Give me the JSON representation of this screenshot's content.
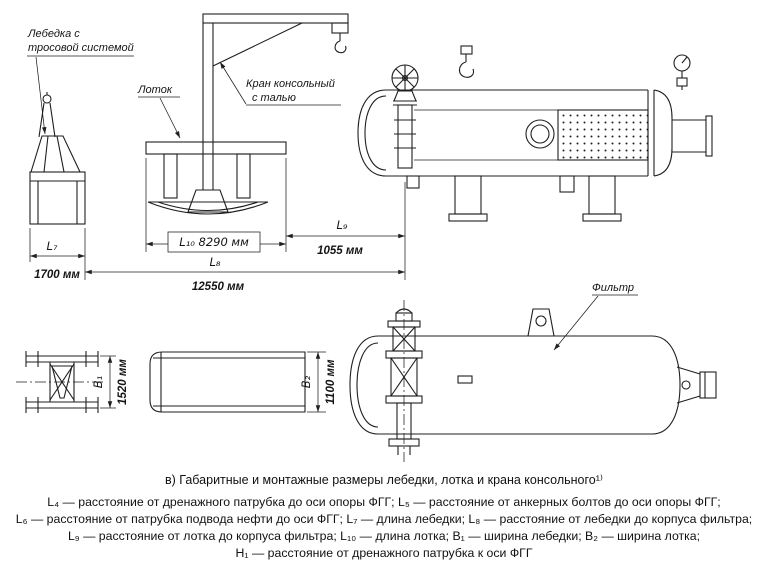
{
  "drawing": {
    "labels": {
      "winch": [
        "Лебедка с",
        "тросовой системой"
      ],
      "tray": "Лоток",
      "crane": [
        "Кран консольный",
        "с талью"
      ],
      "filter": "Фильтр"
    },
    "dimensions": {
      "L7": {
        "symbol": "L₇",
        "value": "1700 мм"
      },
      "L8": {
        "symbol": "L₈",
        "value": "12550 мм"
      },
      "L9": {
        "symbol": "L₉",
        "value": "1055 мм"
      },
      "L10": {
        "text": "L₁₀ 8290 мм"
      },
      "B1": {
        "symbol": "B₁",
        "value": "1520 мм"
      },
      "B2": {
        "symbol": "B₂",
        "value": "1100 мм"
      }
    }
  },
  "caption": "в) Габаритные и монтажные размеры лебедки, лотка и крана консольного¹⁾",
  "legend": [
    "L₄ — расстояние от дренажного патрубка до оси опоры ФГГ; L₅ — расстояние от анкерных болтов до оси опоры ФГГ;",
    "L₆ — расстояние от патрубка подвода нефти до оси ФГГ; L₇ — длина лебедки; L₈ — расстояние от лебедки до корпуса фильтра;",
    "L₉ — расстояние от лотка до корпуса фильтра; L₁₀ — длина лотка; B₁ — ширина лебедки; B₂ — ширина лотка;",
    "H₁ — расстояние от дренажного патрубка к оси ФГГ"
  ]
}
